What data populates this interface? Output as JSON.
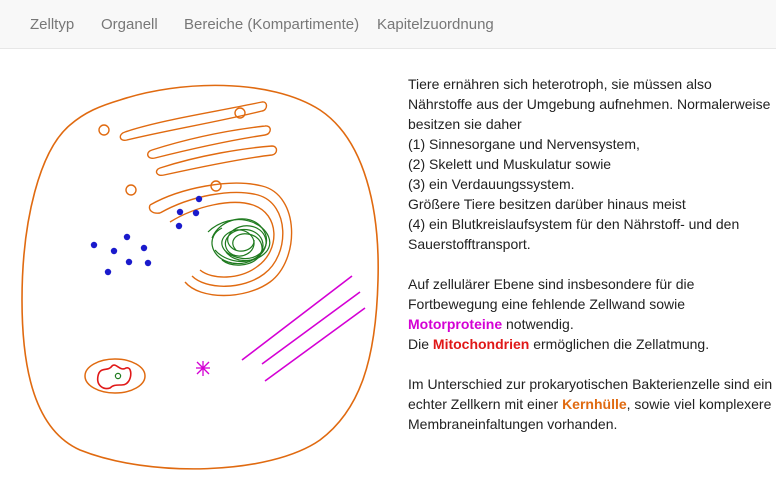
{
  "nav": {
    "items": [
      "Zelltyp",
      "Organell",
      "Bereiche (Kompartimente)",
      "Kapitelzuordnung"
    ]
  },
  "colors": {
    "membrane": "#e06a10",
    "nucleus_chromatin": "#1e7a1e",
    "ribosomes": "#1a1acc",
    "motor_proteins": "#d400d4",
    "mitochondria": "#e01818",
    "orange_highlight": "#e06a10"
  },
  "text": {
    "p1_lines": [
      "Tiere ernähren sich heterotroph, sie müssen also",
      "Nährstoffe aus der Umgebung aufnehmen. Normalerweise",
      "besitzen sie daher",
      "(1) Sinnesorgane und Nervensystem,",
      "(2) Skelett und Muskulatur sowie",
      "(3) ein Verdauungssystem.",
      "Größere Tiere besitzen darüber hinaus meist",
      "(4) ein Blutkreislaufsystem für den Nährstoff- und den",
      "Sauerstofftransport."
    ],
    "p2_line1": "Auf zellulärer Ebene sind insbesondere für die",
    "p2_line2": "Fortbewegung eine fehlende Zellwand sowie",
    "p2_motor": "Motorproteine",
    "p2_motor_after": " notwendig.",
    "p2_die": "Die ",
    "p2_mito": "Mitochondrien",
    "p2_mito_after": " ermöglichen die Zellatmung.",
    "p3_line1": "Im Unterschied zur prokaryotischen Bakterienzelle sind ein",
    "p3_line2_before": "echter Zellkern mit einer ",
    "p3_kern": "Kernhülle",
    "p3_line2_after": ", sowie viel komplexere",
    "p3_line3": "Membraneinfaltungen vorhanden."
  }
}
